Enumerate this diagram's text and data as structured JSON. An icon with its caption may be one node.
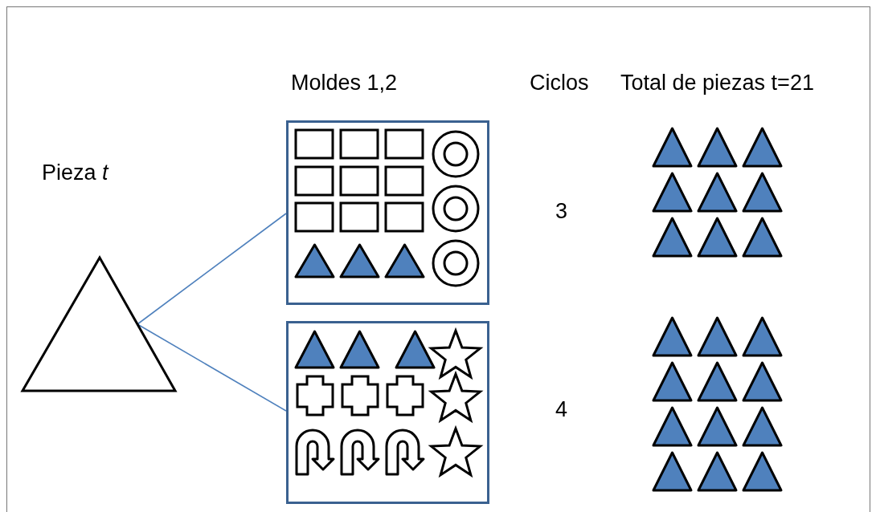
{
  "diagram": {
    "nodes": [
      {
        "text": [
          "Pieza *t*"
        ]
      },
      {
        "text": [],
        "shape": "box"
      },
      {
        "text": [],
        "shape": "box"
      }
    ],
    "edges": [
      {
        "from": 0,
        "to": 1,
        "arrow": "none"
      },
      {
        "from": 0,
        "to": 2,
        "arrow": "none"
      }
    ],
    "labels": [
      "Moldes 1,2",
      "Ciclos",
      "Total de piezas t=21",
      "3",
      "4"
    ]
  }
}
